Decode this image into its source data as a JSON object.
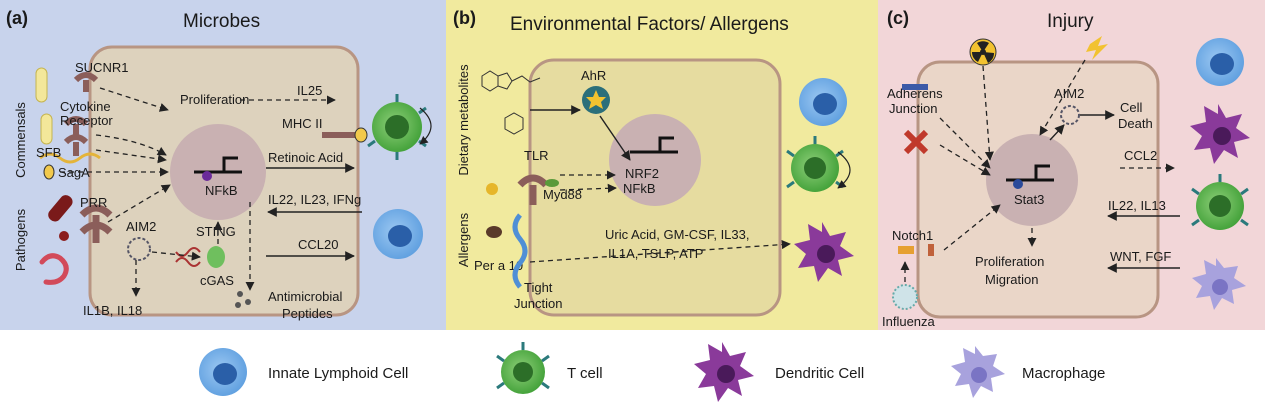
{
  "panels": {
    "a": {
      "letter": "(a)",
      "title": "Microbes",
      "side_labels": [
        "Commensals",
        "Pathogens"
      ],
      "labels": {
        "sucnr1": "SUCNR1",
        "cytokine1": "Cytokine",
        "cytokine2": "Receptor",
        "sfb": "SFB",
        "saga": "SagA",
        "prr": "PRR",
        "aim2": "AIM2",
        "proliferation": "Proliferation",
        "nfkb": "NFkB",
        "sting": "STING",
        "cgas": "cGAS",
        "il25": "IL25",
        "mhc": "MHC II",
        "retinoic": "Retinoic Acid",
        "il22": "IL22, IL23, IFNg",
        "ccl20": "CCL20",
        "amp1": "Antimicrobial",
        "amp2": "Peptides",
        "il1b": "IL1B, IL18"
      }
    },
    "b": {
      "letter": "(b)",
      "title": "Environmental Factors/ Allergens",
      "side_labels": [
        "Dietary  metabolites",
        "Allergens"
      ],
      "labels": {
        "ahr": "AhR",
        "tlr": "TLR",
        "myd88": "Myd88",
        "nrf2": "NRF2",
        "nfkb": "NFkB",
        "pera": "Per a 10",
        "tight1": "Tight",
        "tight2": "Junction",
        "uric1": "Uric Acid, GM-CSF, IL33,",
        "uric2": "IL1A, TSLP, ATP"
      }
    },
    "c": {
      "letter": "(c)",
      "title": "Injury",
      "labels": {
        "adherens1": "Adherens",
        "adherens2": "Junction",
        "aim2": "AIM2",
        "death1": "Cell",
        "death2": "Death",
        "ccl2": "CCL2",
        "stat3": "Stat3",
        "notch1": "Notch1",
        "il22": "IL22, IL13",
        "wnt": "WNT, FGF",
        "prolif1": "Proliferation",
        "prolif2": "Migration",
        "influenza": "Influenza"
      }
    }
  },
  "legend": [
    {
      "label": "Innate Lymphoid Cell",
      "icon": "ilc-icon"
    },
    {
      "label": "T cell",
      "icon": "t-cell-icon"
    },
    {
      "label": "Dendritic Cell",
      "icon": "dendritic-cell-icon"
    },
    {
      "label": "Macrophage",
      "icon": "macrophage-icon"
    }
  ],
  "colors": {
    "panel_a": "#c8d3ec",
    "panel_b": "#f1ea9e",
    "panel_c": "#f2d6d8",
    "cell_fill": "#e9dcc0",
    "cell_border": "#b89583",
    "nucleus": "#c9b1b2",
    "ilc": "#4d8fd6",
    "t_cell": "#4aa83f",
    "dendritic": "#8a3a9a",
    "macrophage": "#a8a2dd"
  }
}
